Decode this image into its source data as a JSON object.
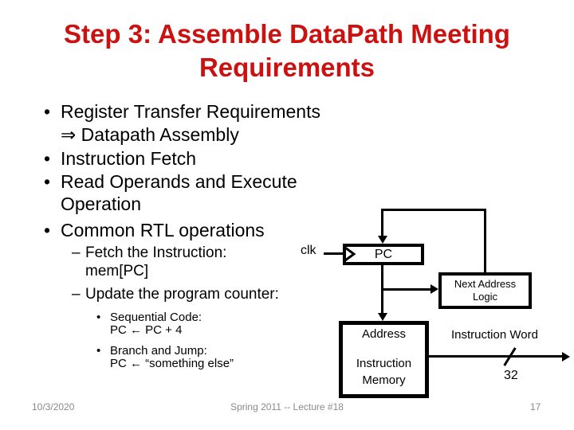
{
  "title": {
    "line1": "Step 3: Assemble DataPath Meeting",
    "line2": "Requirements"
  },
  "bullets_l1": [
    {
      "marker": "•",
      "lines": [
        "Register Transfer Requirements",
        "⇒  Datapath Assembly"
      ]
    },
    {
      "marker": "•",
      "lines": [
        "Instruction Fetch"
      ]
    },
    {
      "marker": "•",
      "lines": [
        "Read Operands and Execute",
        "Operation"
      ]
    },
    {
      "marker": "•",
      "lines": [
        "Common RTL operations"
      ]
    }
  ],
  "bullets_l2": [
    {
      "marker": "–",
      "lines": [
        "Fetch the Instruction:",
        "mem[PC]"
      ]
    },
    {
      "marker": "–",
      "lines": [
        "Update the program counter:"
      ]
    }
  ],
  "bullets_l3": [
    {
      "marker": "•",
      "lines": [
        "Sequential Code:",
        "PC ← PC + 4"
      ]
    },
    {
      "marker": "•",
      "lines": [
        "Branch and Jump:",
        "PC ← “something else”"
      ]
    }
  ],
  "diagram": {
    "clk_label": "clk",
    "pc_label": "PC",
    "nal_line1": "Next Address",
    "nal_line2": "Logic",
    "mem_port": "Address",
    "mem_name1": "Instruction",
    "mem_name2": "Memory",
    "output_label": "Instruction Word",
    "bus_width": "32"
  },
  "footer": {
    "date": "10/3/2020",
    "center": "Spring 2011 -- Lecture #18",
    "page": "17"
  },
  "colors": {
    "title_red": "#CC1111",
    "body_text": "#000000",
    "footer_gray": "#8A8A8A"
  }
}
